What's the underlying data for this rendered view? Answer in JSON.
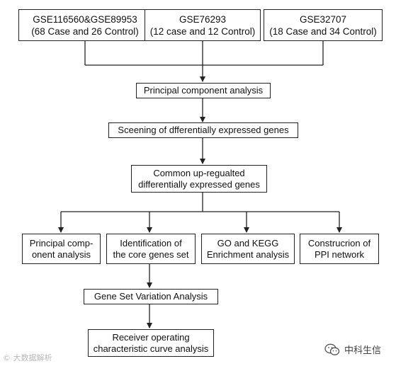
{
  "diagram": {
    "datasets": [
      {
        "line1": "GSE116560&GSE89953",
        "line2": "(68 Case and 26 Control)"
      },
      {
        "line1": "GSE76293",
        "line2": "(12 case and 12 Control)"
      },
      {
        "line1": "GSE32707",
        "line2": "(18 Case and  34 Control)"
      }
    ],
    "pca": "Principal component analysis",
    "screening": "Sceening of dfferentially expressed genes",
    "common": {
      "line1": "Common up-regualted",
      "line2": "differentially expressed genes"
    },
    "branches": [
      {
        "line1": "Principal comp-",
        "line2": "onent analysis"
      },
      {
        "line1": "Identification of",
        "line2": "the core genes set"
      },
      {
        "line1": "GO and KEGG",
        "line2": "Enrichment analysis"
      },
      {
        "line1": "Construcrion of",
        "line2": "PPI  network"
      }
    ],
    "gsva": "Gene Set Variation Analysis",
    "roc": {
      "line1": "Receiver operating",
      "line2": "characteristic curve analysis"
    }
  },
  "watermarks": {
    "left_text": "© 大数据解析",
    "right_text": "中科生信",
    "right_icon": "wechat-icon"
  }
}
